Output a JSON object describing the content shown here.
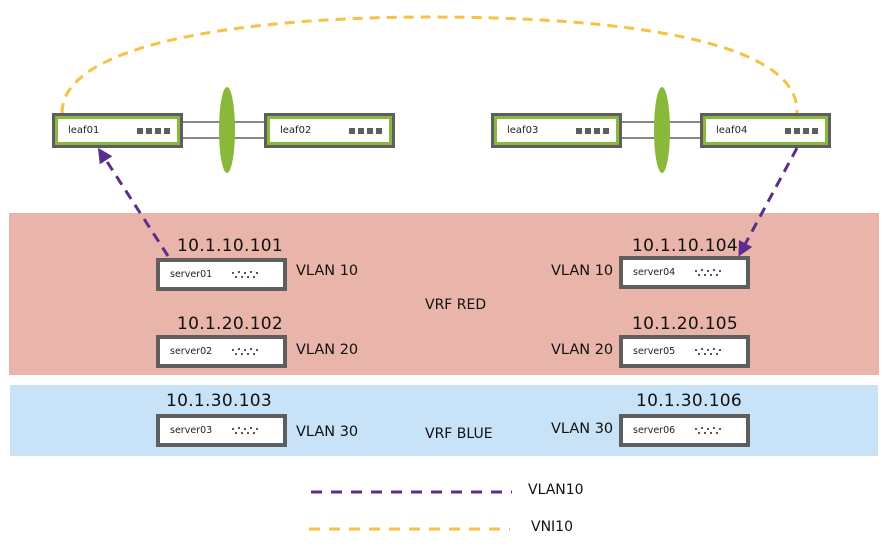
{
  "colors": {
    "vrf_red_band": "#e9b4aa",
    "vrf_blue_band": "#c8e2f7",
    "switch_frame": "#5e5e5e",
    "switch_accent": "#8ab83a",
    "mlag_ellipse": "#8ab83a",
    "vlan10_line": "#5b2d8e",
    "vni10_line": "#f8c045"
  },
  "leaves": [
    {
      "id": "leaf01",
      "label": "leaf01",
      "ports": 4
    },
    {
      "id": "leaf02",
      "label": "leaf02",
      "ports": 4
    },
    {
      "id": "leaf03",
      "label": "leaf03",
      "ports": 4
    },
    {
      "id": "leaf04",
      "label": "leaf04",
      "ports": 4
    }
  ],
  "mlag_pairs": [
    {
      "members": [
        "leaf01",
        "leaf02"
      ],
      "links": 2
    },
    {
      "members": [
        "leaf03",
        "leaf04"
      ],
      "links": 2
    }
  ],
  "vrfs": [
    {
      "name": "red",
      "label": "VRF RED"
    },
    {
      "name": "blue",
      "label": "VRF BLUE"
    }
  ],
  "servers": [
    {
      "id": "server01",
      "label": "server01",
      "ip": "10.1.10.101",
      "vlan": "VLAN 10",
      "vrf": "red",
      "attached_leaf": "leaf01"
    },
    {
      "id": "server02",
      "label": "server02",
      "ip": "10.1.20.102",
      "vlan": "VLAN 20",
      "vrf": "red"
    },
    {
      "id": "server03",
      "label": "server03",
      "ip": "10.1.30.103",
      "vlan": "VLAN 30",
      "vrf": "blue"
    },
    {
      "id": "server04",
      "label": "server04",
      "ip": "10.1.10.104",
      "vlan": "VLAN 10",
      "vrf": "red",
      "attached_leaf": "leaf04"
    },
    {
      "id": "server05",
      "label": "server05",
      "ip": "10.1.20.105",
      "vlan": "VLAN 20",
      "vrf": "red"
    },
    {
      "id": "server06",
      "label": "server06",
      "ip": "10.1.30.106",
      "vlan": "VLAN 30",
      "vrf": "blue"
    }
  ],
  "paths": [
    {
      "name": "vlan10-server01-leaf01",
      "style": "VLAN10",
      "from": "server01",
      "to": "leaf01"
    },
    {
      "name": "vni10-leaf01-leaf04",
      "style": "VNI10",
      "from": "leaf01",
      "to": "leaf04"
    },
    {
      "name": "vlan10-leaf04-server04",
      "style": "VLAN10",
      "from": "leaf04",
      "to": "server04"
    }
  ],
  "legend": [
    {
      "label": "VLAN10",
      "line_style": "dashed",
      "color": "#5b2d8e"
    },
    {
      "label": "VNI10",
      "line_style": "dashed",
      "color": "#f8c045"
    }
  ]
}
